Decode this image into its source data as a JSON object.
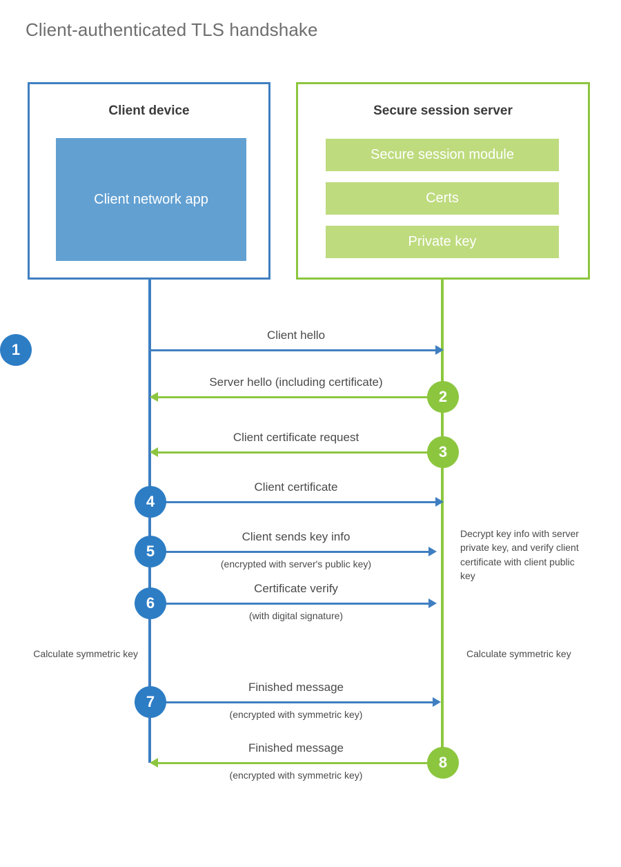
{
  "title": "Client-authenticated TLS handshake",
  "colors": {
    "client_blue": "#3f7fc1",
    "client_block_blue": "#62a0d2",
    "client_circle_blue": "#2d7dc5",
    "server_green": "#8cc63f",
    "server_block_green": "#bedb7e",
    "text_gray": "#4a4a4a",
    "title_gray": "#6e6e6e",
    "background": "#ffffff"
  },
  "participants": {
    "client": {
      "title": "Client device",
      "blocks": [
        {
          "label": "Client network app"
        }
      ]
    },
    "server": {
      "title": "Secure session server",
      "blocks": [
        {
          "label": "Secure session module"
        },
        {
          "label": "Certs"
        },
        {
          "label": "Private key"
        }
      ]
    }
  },
  "steps": [
    {
      "number": "1",
      "label": "Client hello",
      "sublabel": "",
      "direction": "client-to-server",
      "color": "blue"
    },
    {
      "number": "2",
      "label": "Server hello (including certificate)",
      "sublabel": "",
      "direction": "server-to-client",
      "color": "green"
    },
    {
      "number": "3",
      "label": "Client certificate request",
      "sublabel": "",
      "direction": "server-to-client",
      "color": "green"
    },
    {
      "number": "4",
      "label": "Client certificate",
      "sublabel": "",
      "direction": "client-to-server",
      "color": "blue"
    },
    {
      "number": "5",
      "label": "Client sends key info",
      "sublabel": "(encrypted with server's public key)",
      "direction": "client-to-server",
      "color": "blue"
    },
    {
      "number": "6",
      "label": "Certificate verify",
      "sublabel": "(with digital signature)",
      "direction": "client-to-server",
      "color": "blue"
    },
    {
      "number": "7",
      "label": "Finished message",
      "sublabel": "(encrypted with symmetric key)",
      "direction": "client-to-server",
      "color": "blue"
    },
    {
      "number": "8",
      "label": "Finished message",
      "sublabel": "(encrypted with symmetric key)",
      "direction": "server-to-client",
      "color": "green"
    }
  ],
  "notes": {
    "server_decrypt": "Decrypt key info with server private key, and verify client certificate with client public key",
    "client_calculate": "Calculate symmetric key",
    "server_calculate": "Calculate symmetric key"
  }
}
